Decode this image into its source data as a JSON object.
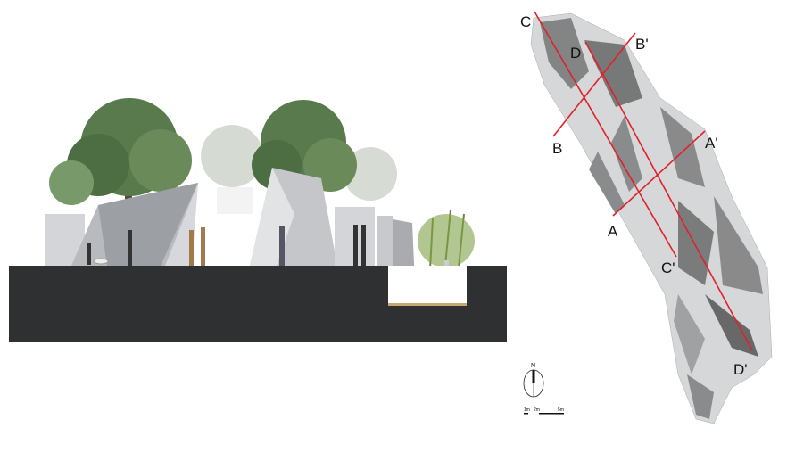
{
  "plan": {
    "section_lines": [
      {
        "start": "C",
        "end": "C'"
      },
      {
        "start": "D",
        "end": "D'"
      },
      {
        "start": "B",
        "end": "B'"
      },
      {
        "start": "A",
        "end": "A'"
      }
    ],
    "section_line_color": "#e0202a"
  },
  "north_arrow": {
    "label": "N"
  },
  "scale_bar": {
    "labels": [
      "1m",
      "2m",
      "5m"
    ]
  },
  "colors": {
    "ground": "#2e3032",
    "tree": "#4f6b44",
    "wall": "#d9d9db"
  }
}
